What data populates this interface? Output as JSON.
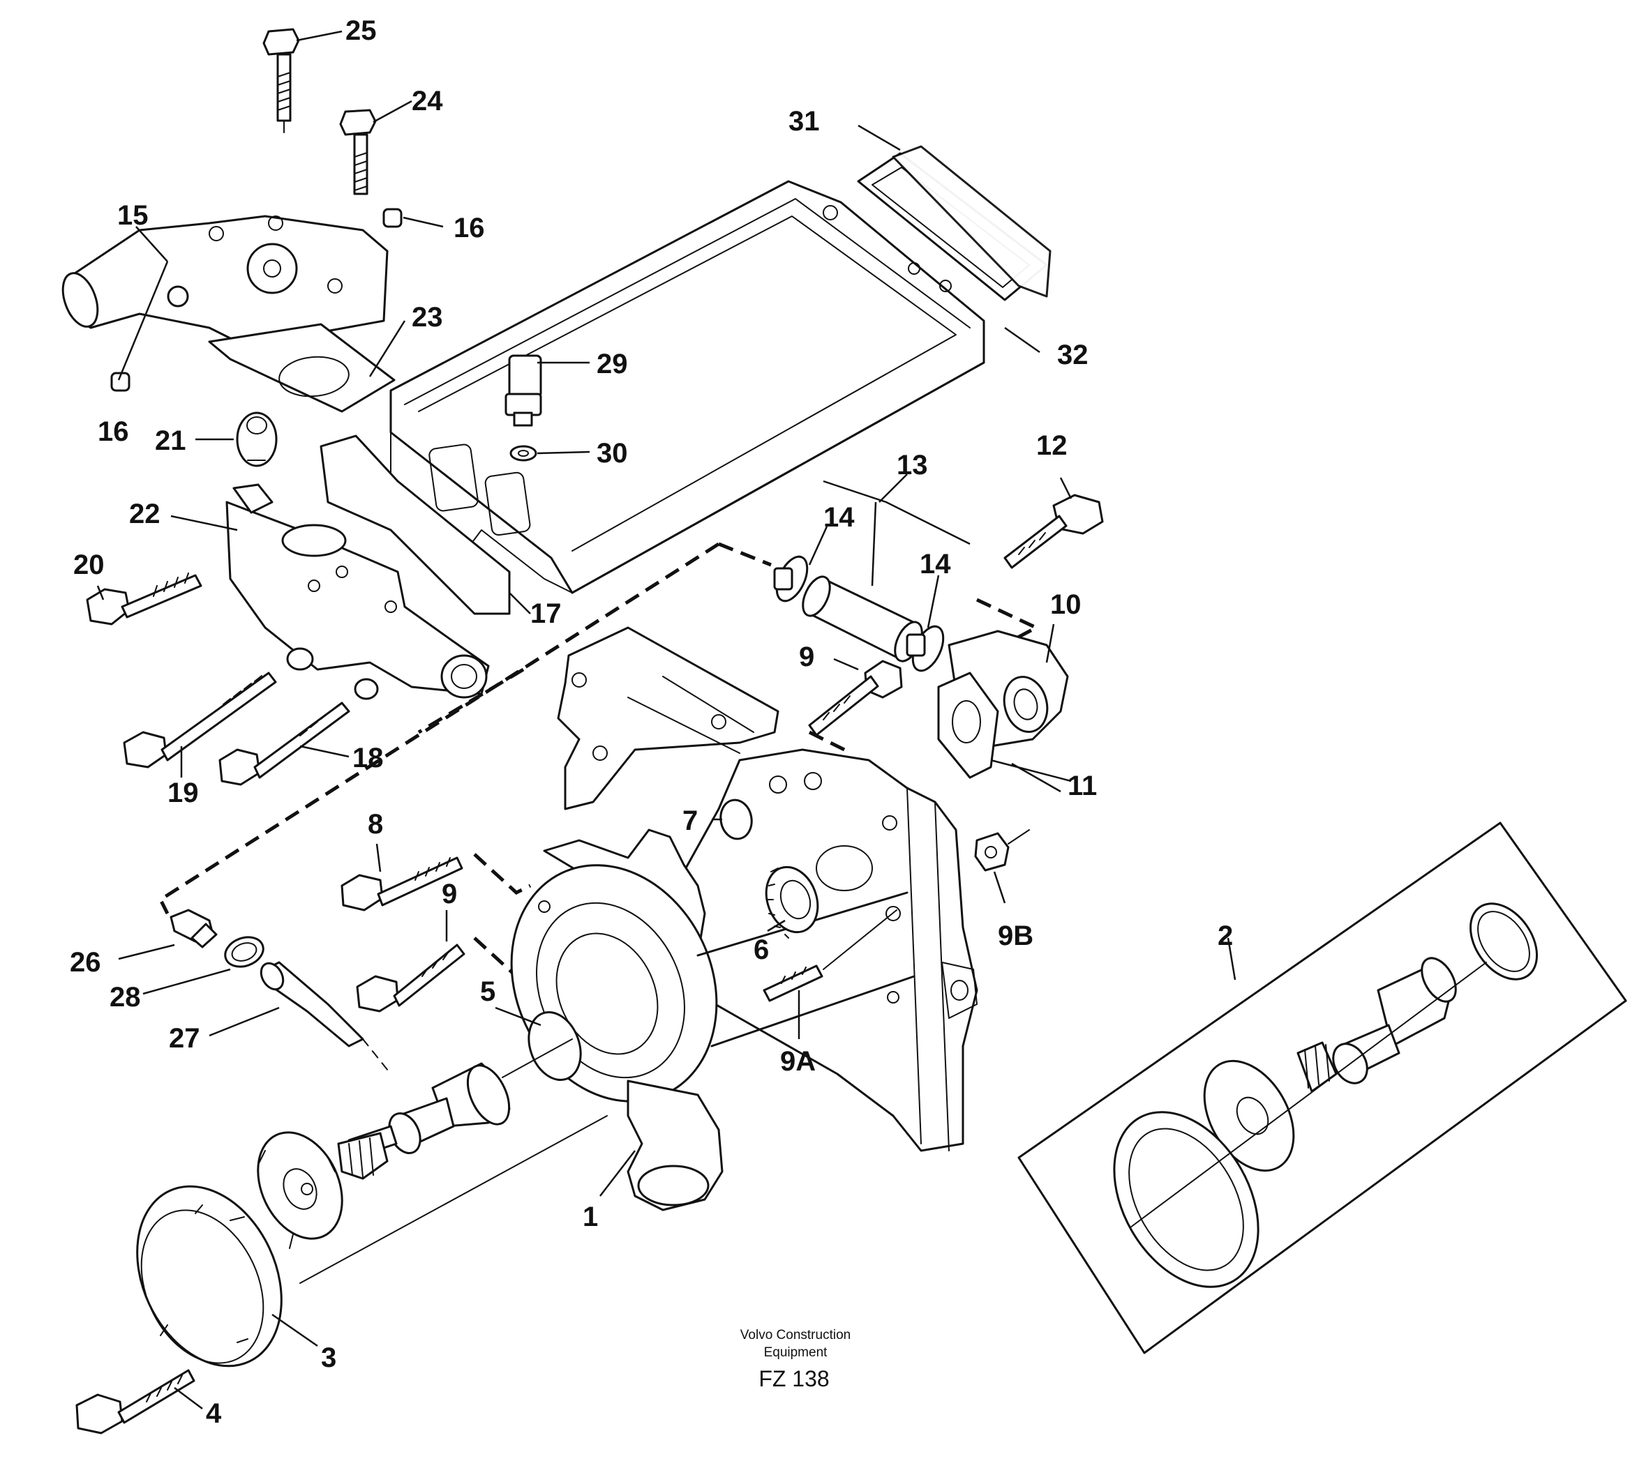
{
  "diagram": {
    "labels": [
      "25",
      "24",
      "15",
      "16",
      "16",
      "23",
      "21",
      "22",
      "20",
      "19",
      "18",
      "17",
      "29",
      "30",
      "31",
      "32",
      "13",
      "14",
      "14",
      "12",
      "10",
      "11",
      "9",
      "7",
      "8",
      "9",
      "26",
      "28",
      "27",
      "5",
      "6",
      "9B",
      "9A",
      "1",
      "2",
      "3",
      "4"
    ]
  },
  "footer": {
    "line1": "Volvo Construction",
    "line2": "Equipment",
    "code": "FZ 138"
  },
  "colors": {
    "ink": "#111111",
    "paper": "#ffffff"
  }
}
